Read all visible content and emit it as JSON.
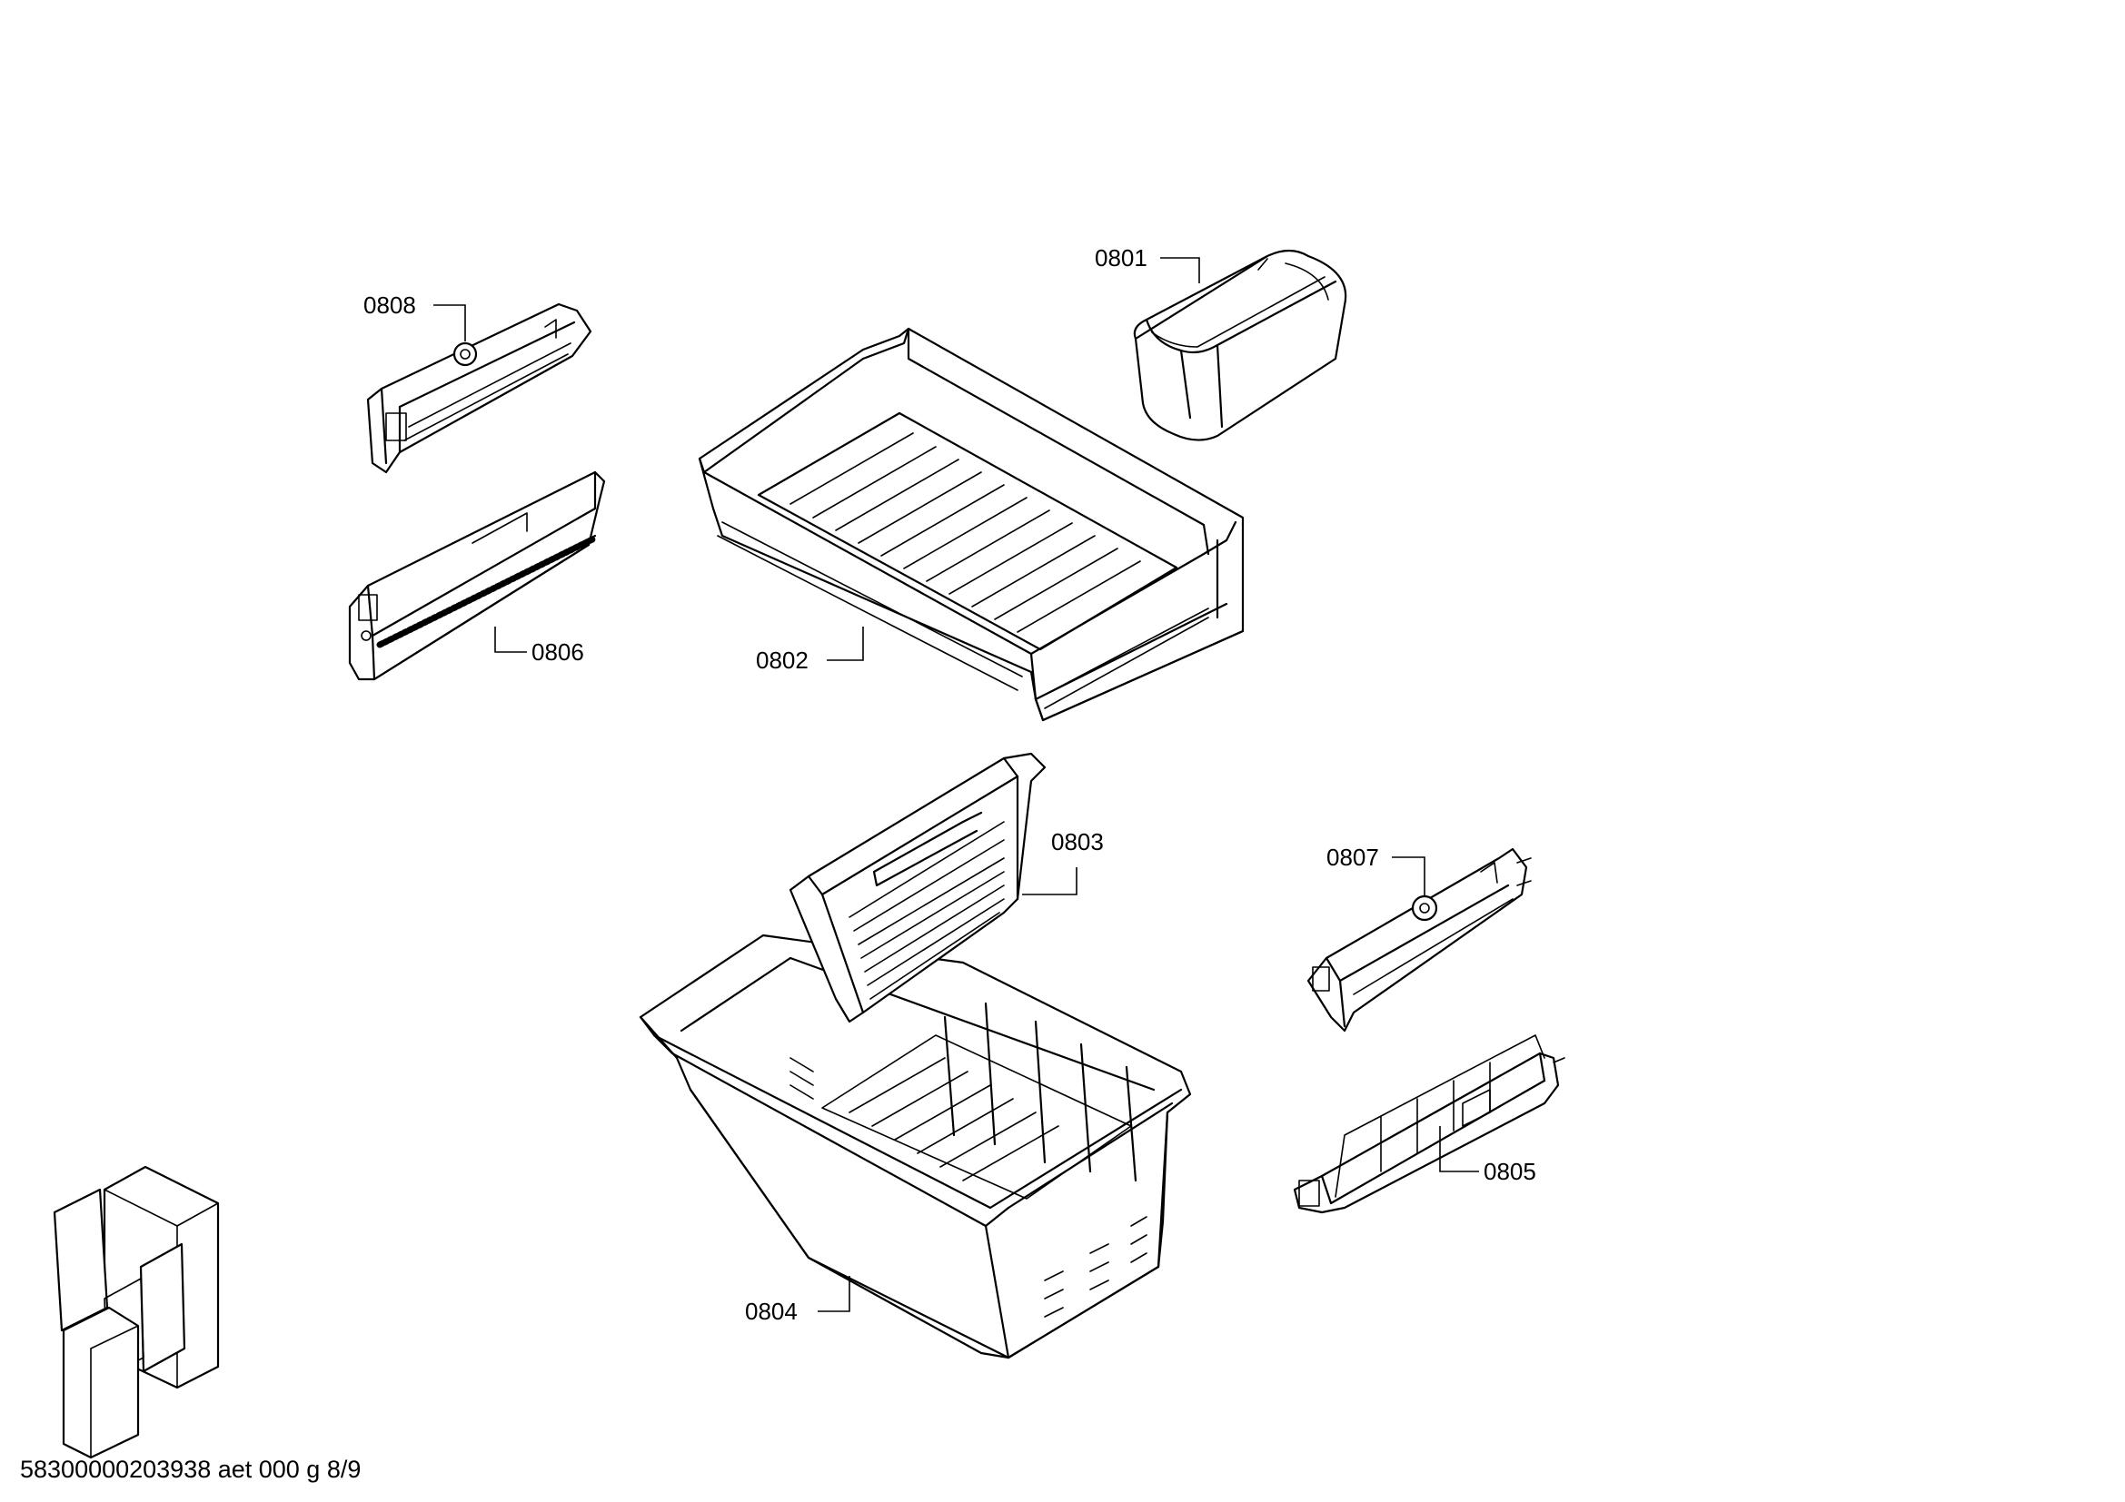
{
  "callouts": {
    "c0801": "0801",
    "c0802": "0802",
    "c0803": "0803",
    "c0804": "0804",
    "c0805": "0805",
    "c0806": "0806",
    "c0807": "0807",
    "c0808": "0808"
  },
  "document_id": "58300000203938 aet 000 g 8/9"
}
